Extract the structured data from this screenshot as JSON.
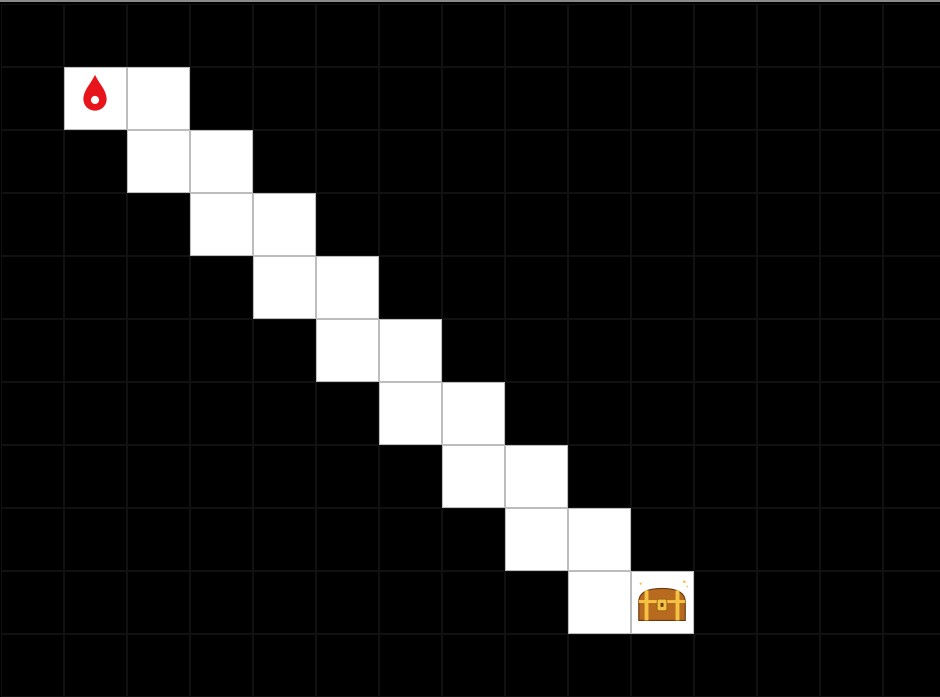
{
  "grid": {
    "cols": 15,
    "rows": 11
  },
  "colors": {
    "background": "#000000",
    "path": "#ffffff",
    "grid_line": "#111111",
    "start_marker": "#e8141b",
    "chest_wood": "#b86a1e",
    "chest_gold": "#f4c343"
  },
  "path_cells": [
    [
      1,
      1
    ],
    [
      2,
      1
    ],
    [
      2,
      2
    ],
    [
      3,
      2
    ],
    [
      3,
      3
    ],
    [
      4,
      3
    ],
    [
      4,
      4
    ],
    [
      5,
      4
    ],
    [
      5,
      5
    ],
    [
      6,
      5
    ],
    [
      6,
      6
    ],
    [
      7,
      6
    ],
    [
      7,
      7
    ],
    [
      8,
      7
    ],
    [
      8,
      8
    ],
    [
      9,
      8
    ],
    [
      9,
      9
    ],
    [
      10,
      9
    ]
  ],
  "start": {
    "cell": [
      1,
      1
    ],
    "icon": "drop-icon"
  },
  "goal": {
    "cell": [
      10,
      9
    ],
    "icon": "treasure-chest-icon"
  }
}
